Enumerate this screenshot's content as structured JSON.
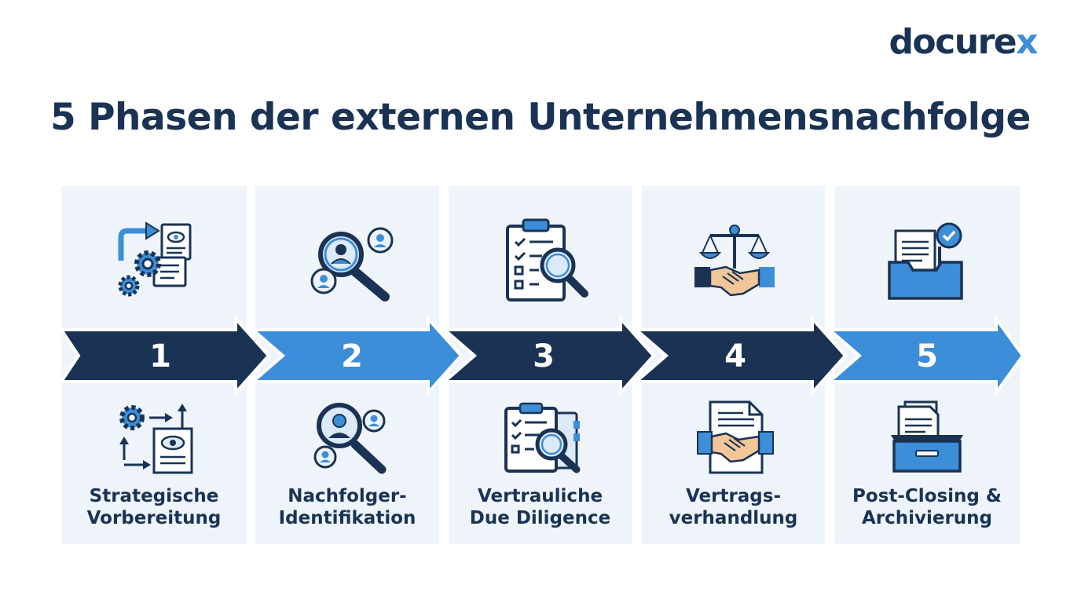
{
  "logo": {
    "main": "docure",
    "accent": "x"
  },
  "title": "5 Phasen der externen Unternehmensnachfolge",
  "colors": {
    "navy": "#1a3354",
    "blue": "#3d8ed8",
    "panel": "#eef4fa"
  },
  "phases": [
    {
      "number": "1",
      "line1": "Strategische",
      "line2": "Vorbereitung",
      "top_icon": "gears-documents-icon",
      "bottom_icon": "strategy-document-icon",
      "color": "navy"
    },
    {
      "number": "2",
      "line1": "Nachfolger-",
      "line2": "Identifikation",
      "top_icon": "candidate-search-icon",
      "bottom_icon": "person-search-icon",
      "color": "blue"
    },
    {
      "number": "3",
      "line1": "Vertrauliche",
      "line2": "Due Diligence",
      "top_icon": "checklist-magnifier-icon",
      "bottom_icon": "clipboard-audit-icon",
      "color": "navy"
    },
    {
      "number": "4",
      "line1": "Vertrags-",
      "line2": "verhandlung",
      "top_icon": "scales-handshake-icon",
      "bottom_icon": "contract-handshake-icon",
      "color": "navy"
    },
    {
      "number": "5",
      "line1": "Post-Closing &",
      "line2": "Archivierung",
      "top_icon": "archive-tray-check-icon",
      "bottom_icon": "archive-box-icon",
      "color": "blue"
    }
  ]
}
